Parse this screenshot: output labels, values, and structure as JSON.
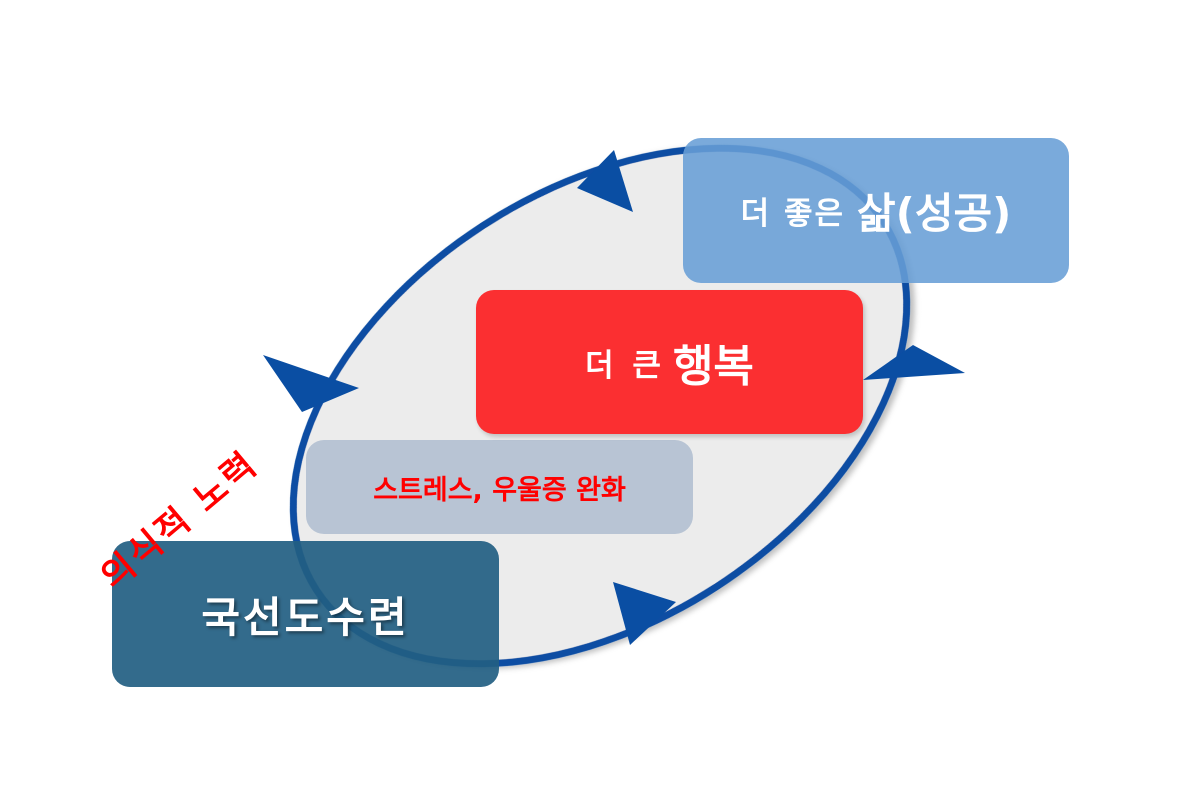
{
  "diagram": {
    "colors": {
      "cycle_stroke": "#0a4ea3",
      "cycle_fill": "#ececec",
      "better_life_box": "#6a9ed6",
      "happiness_box": "#fb2f31",
      "relief_box": "#b8c4d4",
      "practice_box": "#225e82",
      "effort_text": "#ff0000"
    },
    "cycle_direction": "counterclockwise",
    "arrow_count": 4,
    "boxes": {
      "better_life": {
        "prefix": "더 좋은",
        "emphasis": "삶(성공)"
      },
      "happiness": {
        "prefix": "더 큰",
        "emphasis": "행복"
      },
      "relief": {
        "label": "스트레스, 우울증 완화"
      },
      "practice": {
        "label": "국선도수련"
      }
    },
    "effort_label": "의식적 노력"
  }
}
